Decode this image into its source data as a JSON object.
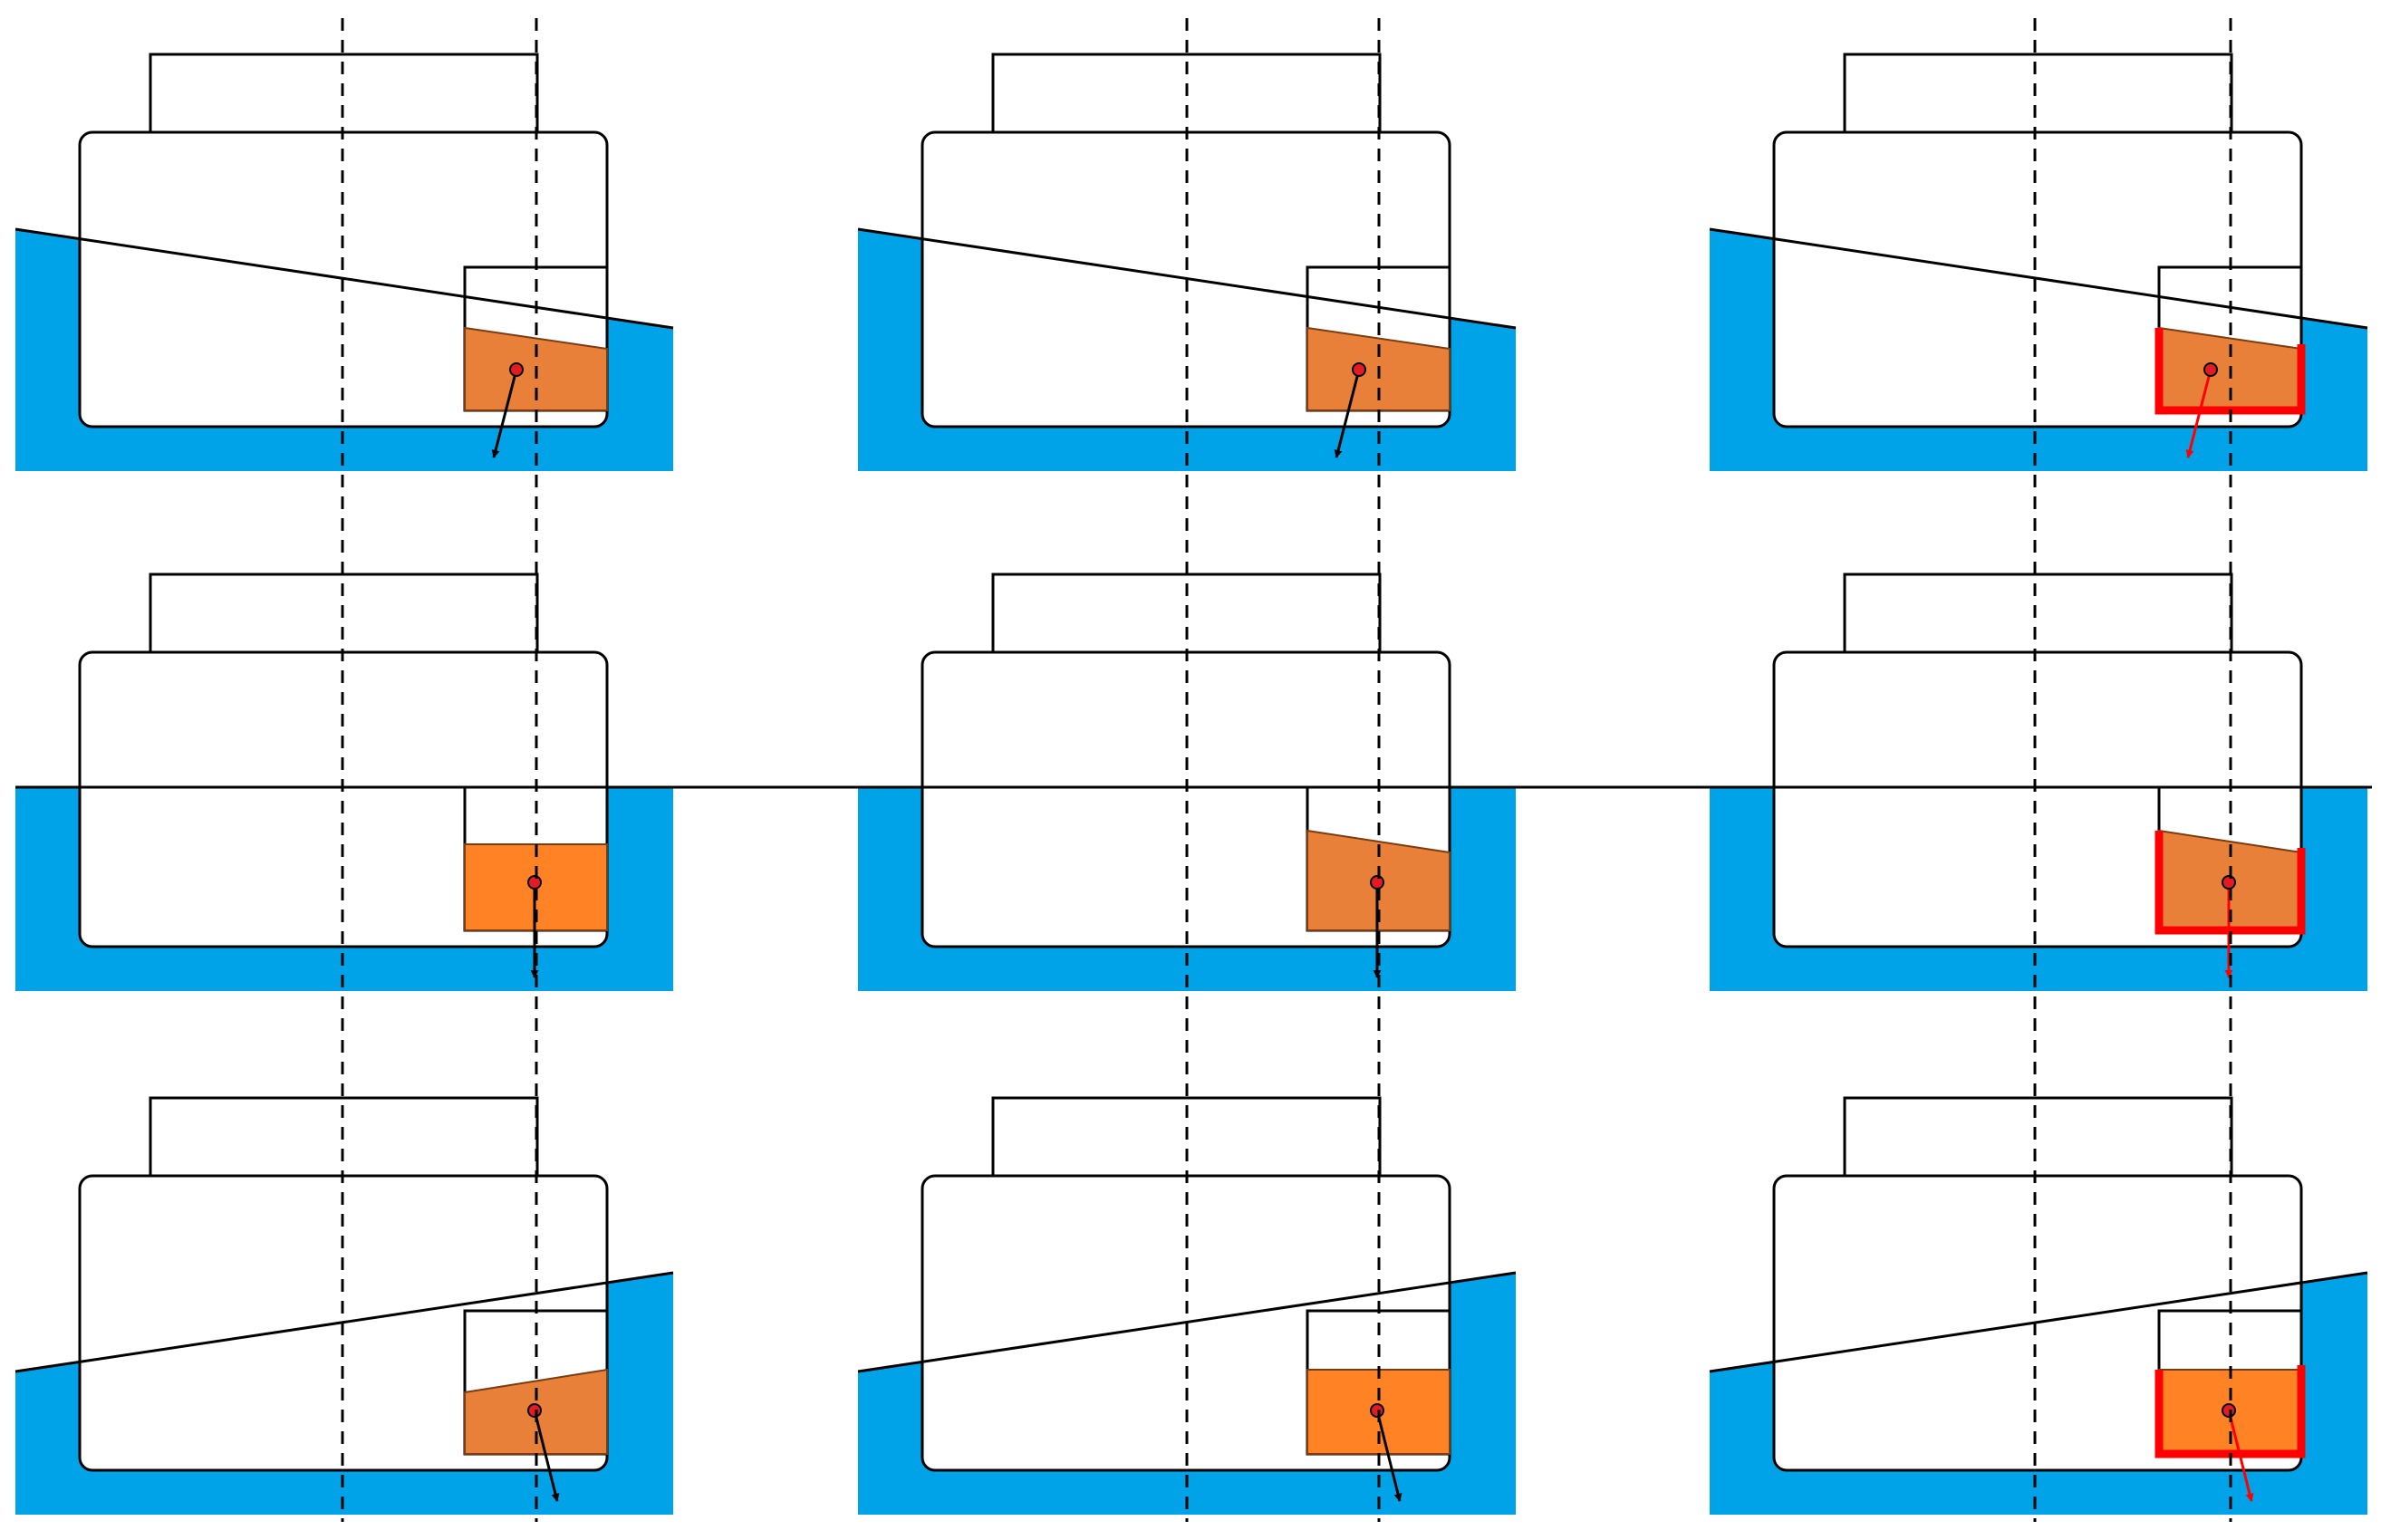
{
  "colors": {
    "water": "#00A2E8",
    "liquid_light": "#FF8225",
    "liquid_dark": "#E8803A",
    "outline": "#000000",
    "highlight": "#FF0000",
    "background": "#FFFFFF"
  },
  "icons": [
    "center-of-gravity-dot-icon",
    "gravity-arrow-icon"
  ],
  "panels": [
    {
      "row": "heel-left",
      "column": 1,
      "tank": "tilted-dark",
      "highlight": false
    },
    {
      "row": "heel-left",
      "column": 2,
      "tank": "tilted-dark",
      "highlight": false
    },
    {
      "row": "heel-left",
      "column": 3,
      "tank": "tilted-dark",
      "highlight": true
    },
    {
      "row": "upright",
      "column": 1,
      "tank": "level-light",
      "highlight": false
    },
    {
      "row": "upright",
      "column": 2,
      "tank": "tilted-dark",
      "highlight": false
    },
    {
      "row": "upright",
      "column": 3,
      "tank": "tilted-dark",
      "highlight": true
    },
    {
      "row": "heel-right",
      "column": 1,
      "tank": "tilted-dark",
      "highlight": false
    },
    {
      "row": "heel-right",
      "column": 2,
      "tank": "level-light",
      "highlight": false
    },
    {
      "row": "heel-right",
      "column": 3,
      "tank": "level-light",
      "highlight": true
    }
  ]
}
